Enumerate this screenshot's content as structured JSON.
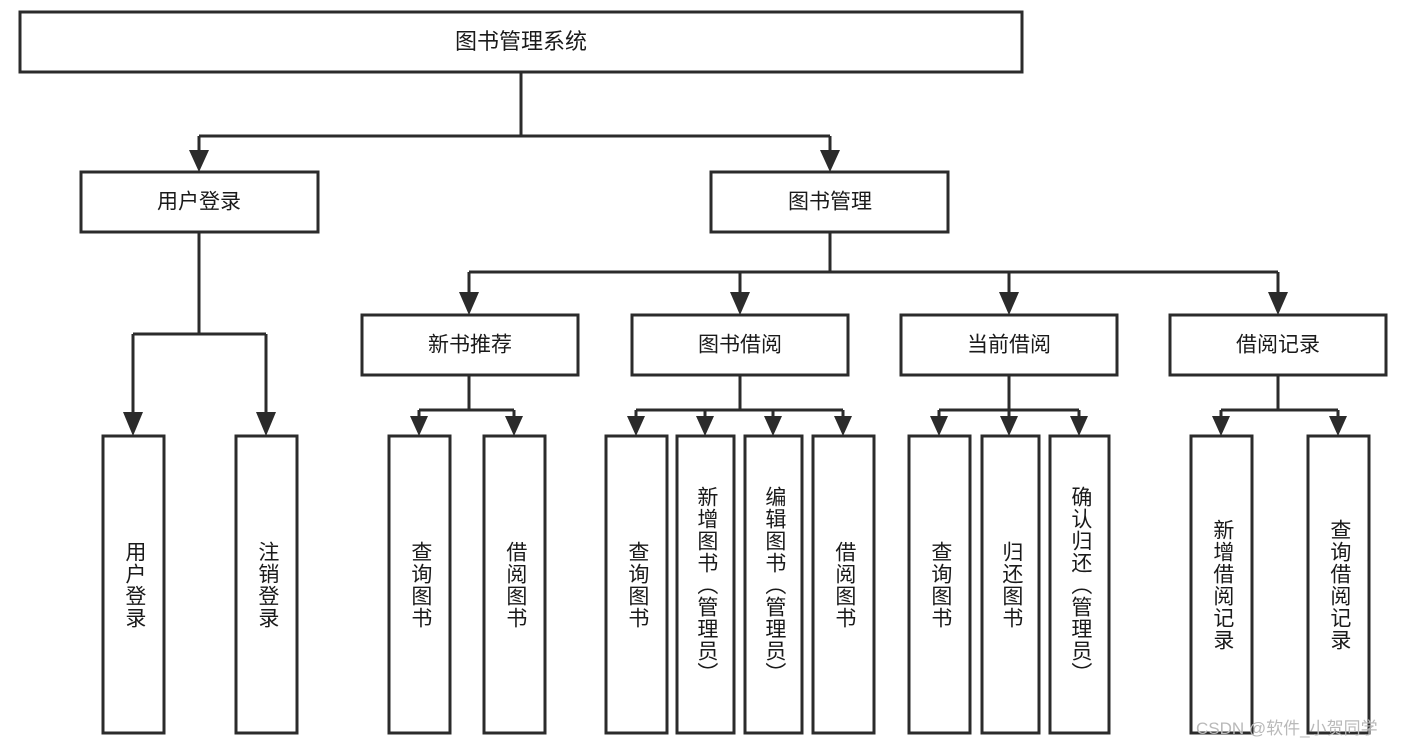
{
  "diagram": {
    "type": "tree",
    "title": "图书管理系统",
    "orientation": "top-down",
    "line_color": "#2b2b2b",
    "box_fill": "#ffffff",
    "text_color": "#1a1a1a",
    "levels": 4
  },
  "root": {
    "label": "图书管理系统"
  },
  "level1": [
    {
      "label": "用户登录"
    },
    {
      "label": "图书管理"
    }
  ],
  "level2": [
    {
      "label": "新书推荐"
    },
    {
      "label": "图书借阅"
    },
    {
      "label": "当前借阅"
    },
    {
      "label": "借阅记录"
    }
  ],
  "leaves": {
    "user_login": [
      {
        "label": "用户登录"
      },
      {
        "label": "注销登录"
      }
    ],
    "new_book_recommend": [
      {
        "label": "查询图书"
      },
      {
        "label": "借阅图书"
      }
    ],
    "book_borrow": [
      {
        "label": "查询图书"
      },
      {
        "label": "新增图书（管理员）"
      },
      {
        "label": "编辑图书（管理员）"
      },
      {
        "label": "借阅图书"
      }
    ],
    "current_borrow": [
      {
        "label": "查询图书"
      },
      {
        "label": "归还图书"
      },
      {
        "label": "确认归还（管理员）"
      }
    ],
    "borrow_record": [
      {
        "label": "新增借阅记录"
      },
      {
        "label": "查询借阅记录"
      }
    ]
  },
  "watermark": {
    "text": "CSDN @软件_小贺同学"
  }
}
